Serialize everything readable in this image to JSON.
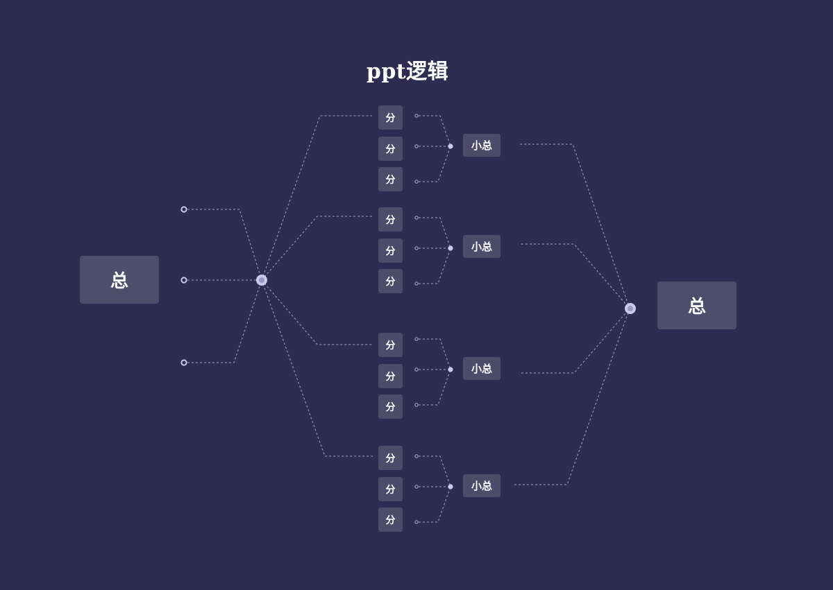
{
  "diagram": {
    "title": "ppt逻辑",
    "root_left": {
      "label": "总"
    },
    "root_right": {
      "label": "总"
    },
    "groups": [
      {
        "summary": "小总",
        "leaves": [
          "分",
          "分",
          "分"
        ]
      },
      {
        "summary": "小总",
        "leaves": [
          "分",
          "分",
          "分"
        ]
      },
      {
        "summary": "小总",
        "leaves": [
          "分",
          "分",
          "分"
        ]
      },
      {
        "summary": "小总",
        "leaves": [
          "分",
          "分",
          "分"
        ]
      }
    ]
  },
  "colors": {
    "background": "#2c2d50",
    "box": "#4c4b6a",
    "line": "#8b8bb0",
    "node": "#c9c9ea",
    "text": "#ffffff"
  }
}
